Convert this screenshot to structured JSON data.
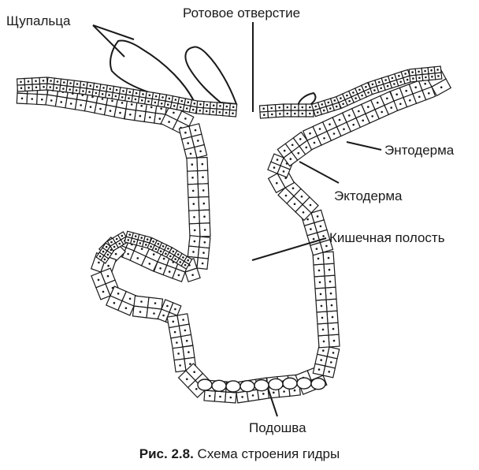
{
  "labels": {
    "tentacles": "Щупальца",
    "mouth": "Ротовое отверстие",
    "endoderm": "Энтодерма",
    "ectoderm": "Эктодерма",
    "gut_cavity": "Кишечная полость",
    "sole": "Подошва"
  },
  "caption": {
    "number": "Рис. 2.8.",
    "text": "Схема строения гидры"
  },
  "colors": {
    "ink": "#1a1a1a",
    "fill": "#ffffff"
  }
}
